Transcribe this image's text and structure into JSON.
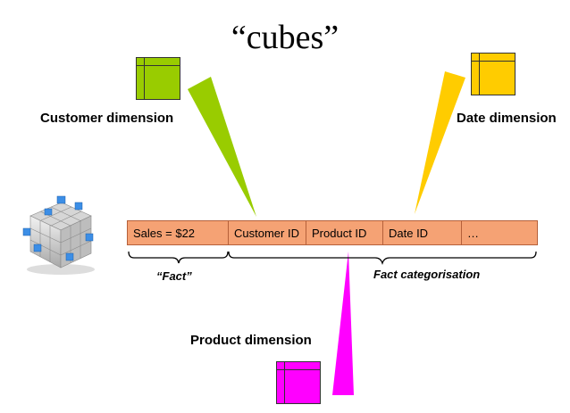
{
  "title": "“cubes”",
  "dimensions": {
    "customer": {
      "label": "Customer dimension",
      "color": "#99cc00"
    },
    "date": {
      "label": "Date dimension",
      "color": "#ffcc00"
    },
    "product": {
      "label": "Product dimension",
      "color": "#ff00ff"
    }
  },
  "fact_row": {
    "cells": [
      "Sales = $22",
      "Customer ID",
      "Product ID",
      "Date ID",
      "…"
    ],
    "color": "#f5a274"
  },
  "brace_labels": {
    "fact": "“Fact”",
    "categorisation": "Fact categorisation"
  },
  "cube_icon": "rubik-cube-icon"
}
